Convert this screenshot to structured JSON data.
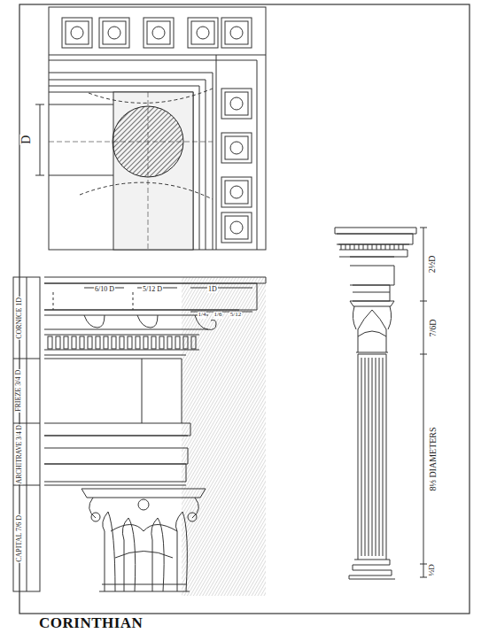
{
  "diagram": {
    "caption": "CORINTHIAN",
    "labels": [
      "D",
      "6/10 D",
      "5/12 D",
      "1D",
      "1/4",
      "1/6",
      "5/12",
      "CORNICE 1D",
      "FRIEZE 3/4 D",
      "ARCHITRAVE 3/4 D",
      "CAPITAL 7/6 D",
      "2½D",
      "7/6D",
      "8⅓ DIAMETERS",
      "½D"
    ]
  }
}
